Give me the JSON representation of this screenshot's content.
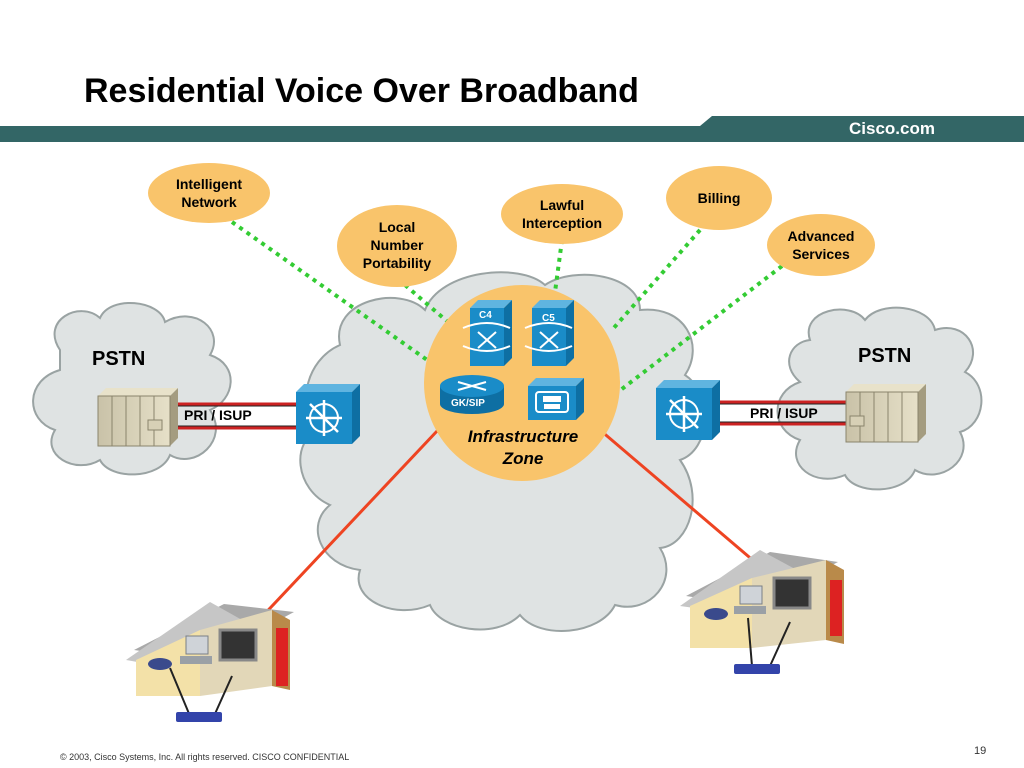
{
  "slide": {
    "title": "Residential Voice Over Broadband",
    "brand": "Cisco.com",
    "footer": "© 2003, Cisco Systems, Inc. All rights reserved. CISCO CONFIDENTIAL",
    "page_number": "19"
  },
  "colors": {
    "banner": "#336666",
    "bubble_fill": "#f9c46b",
    "cloud_fill": "#dfe3e3",
    "cloud_stroke": "#9aa3a3",
    "dotted_link": "#33cc33",
    "broadband_link": "#ee4422",
    "device_blue": "#1a8cc8",
    "pri_line": "#cc2222"
  },
  "services": [
    {
      "id": "intelligent-network",
      "label": "Intelligent\nNetwork"
    },
    {
      "id": "local-number-portability",
      "label": "Local\nNumber\nPortability"
    },
    {
      "id": "lawful-interception",
      "label": "Lawful\nInterception"
    },
    {
      "id": "billing",
      "label": "Billing"
    },
    {
      "id": "advanced-services",
      "label": "Advanced\nServices"
    }
  ],
  "infrastructure": {
    "label": "Infrastructure\nZone",
    "devices": [
      {
        "id": "c4",
        "label": "C4",
        "icon": "softswitch-icon"
      },
      {
        "id": "c5",
        "label": "C5",
        "icon": "softswitch-icon"
      },
      {
        "id": "gk-sip",
        "label": "GK/SIP",
        "icon": "router-icon"
      },
      {
        "id": "phone-server",
        "label": "",
        "icon": "ip-phone-server-icon"
      }
    ]
  },
  "pstn": [
    {
      "id": "left",
      "label": "PSTN",
      "link_label": "PRI / ISUP",
      "gateway_icon": "voice-gateway-icon",
      "switch_icon": "pbx-switch-icon"
    },
    {
      "id": "right",
      "label": "PSTN",
      "link_label": "PRI / ISUP",
      "gateway_icon": "voice-gateway-icon",
      "switch_icon": "pbx-switch-icon"
    }
  ],
  "homes": [
    {
      "id": "left",
      "icon": "residence-icon"
    },
    {
      "id": "right",
      "icon": "residence-icon"
    }
  ]
}
